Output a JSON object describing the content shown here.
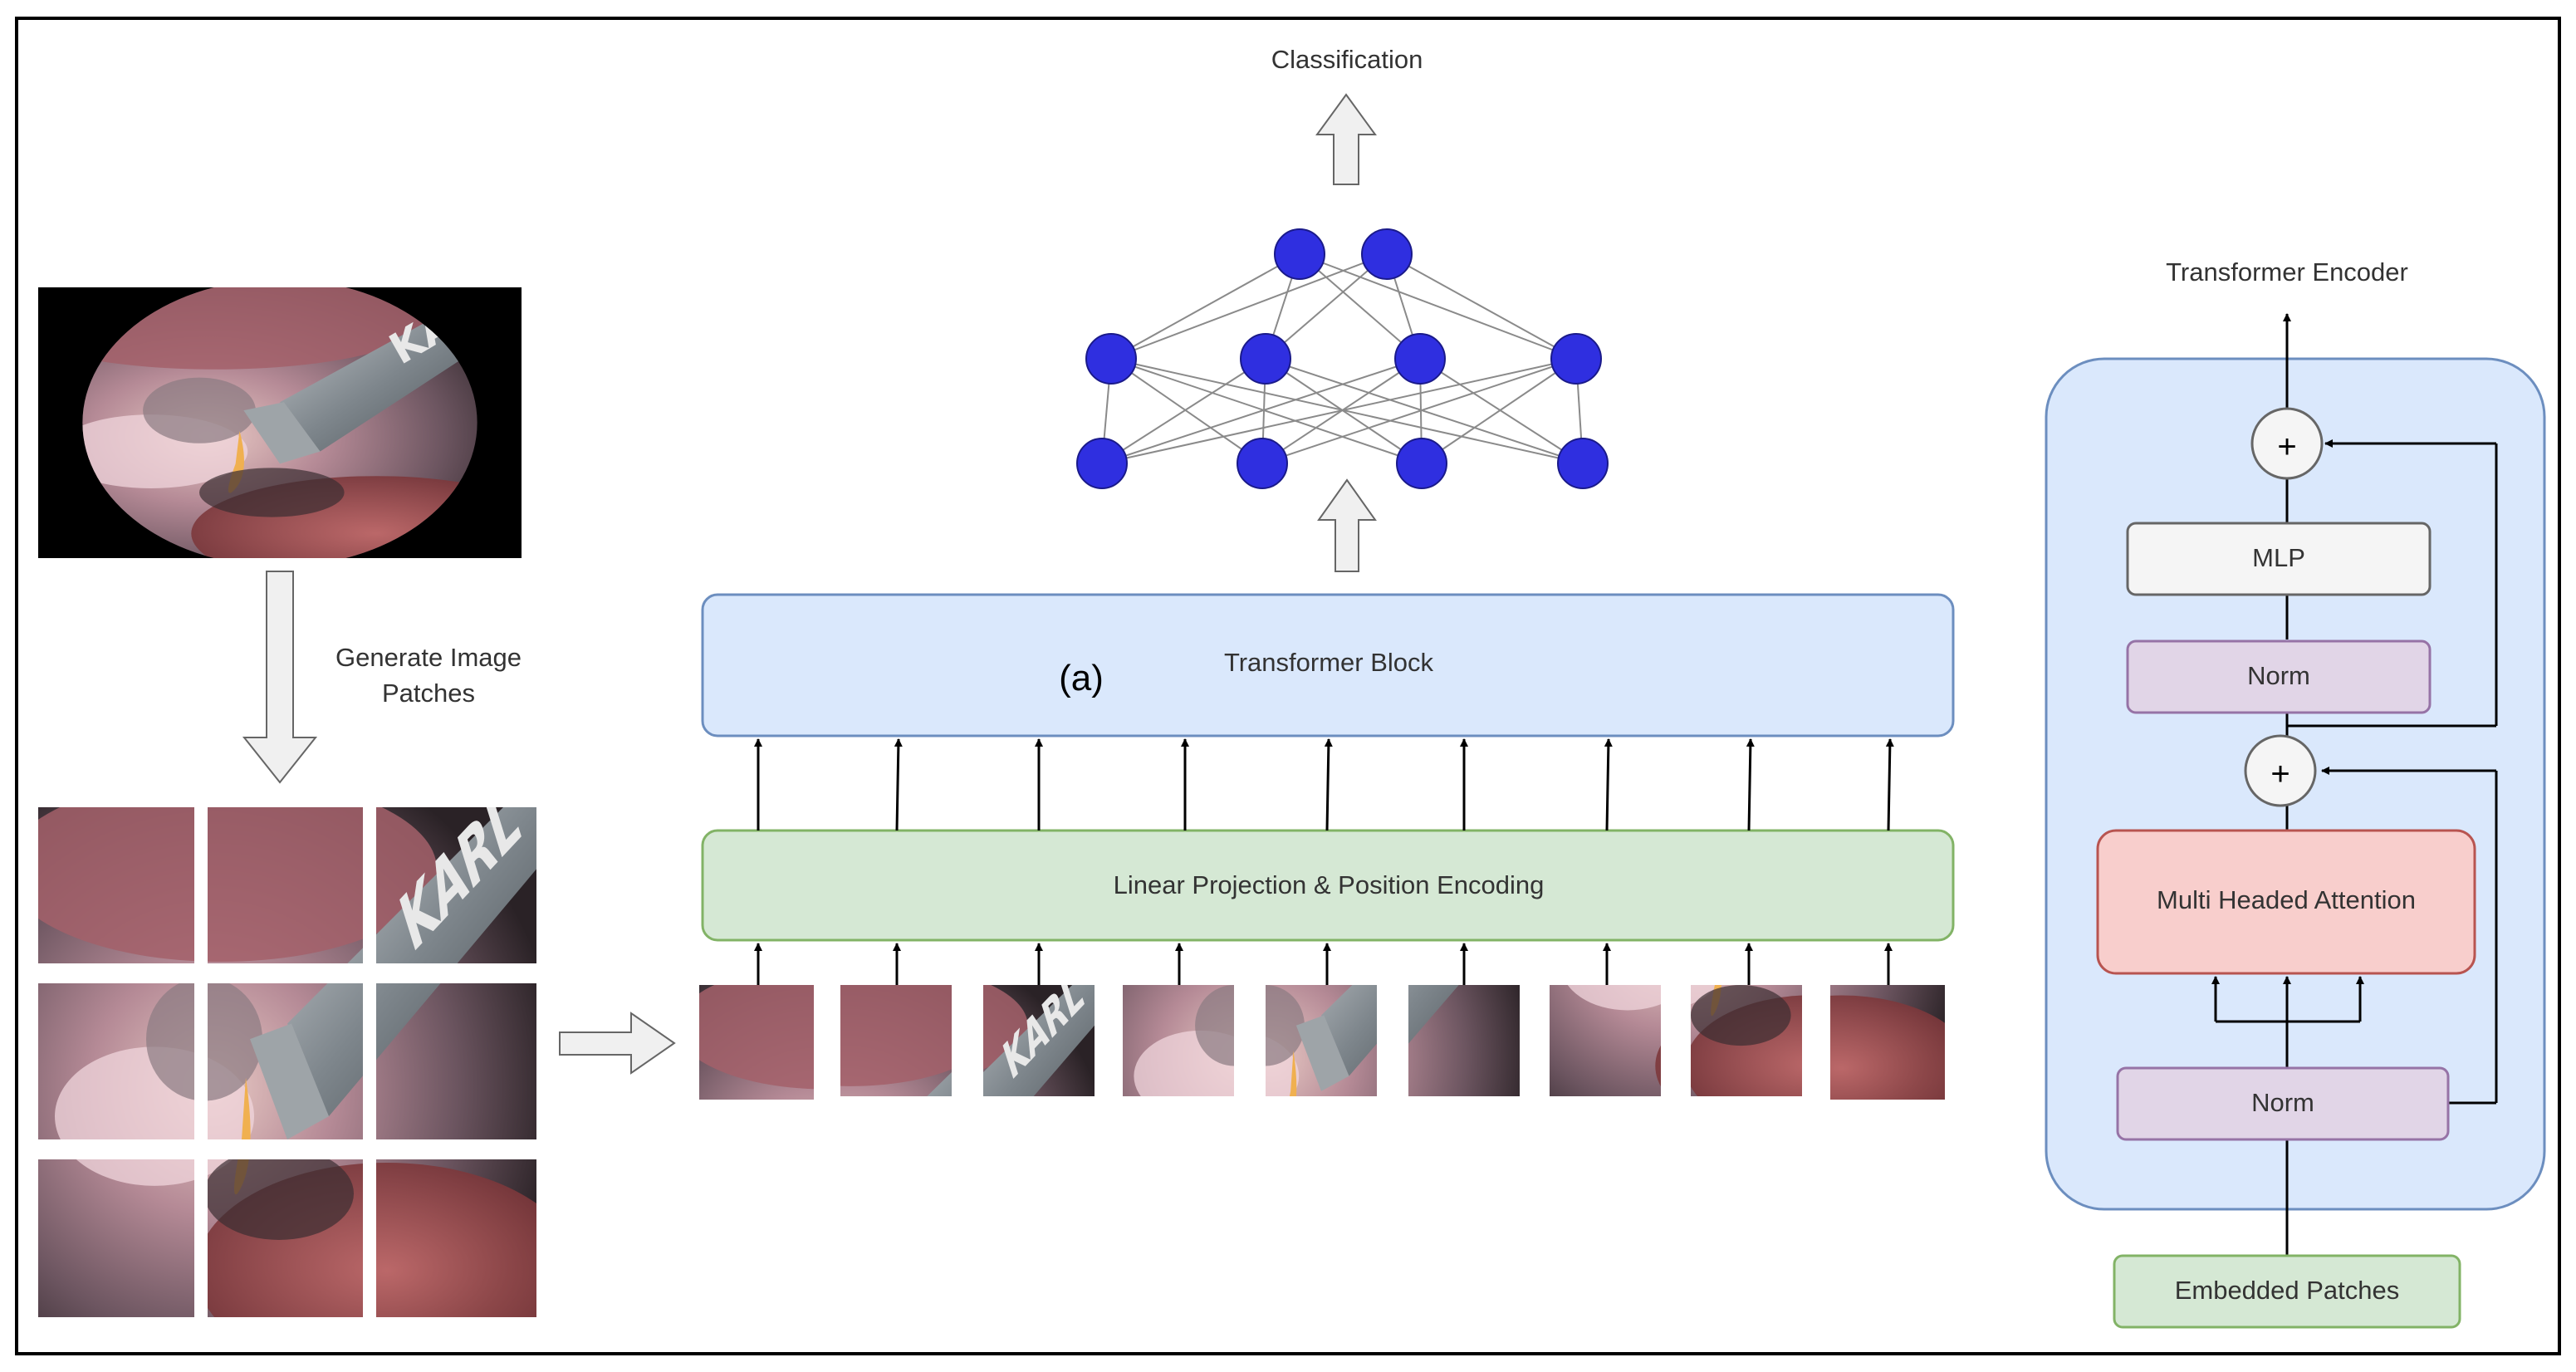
{
  "labels": {
    "classification": "Classification",
    "generate_patches": "Generate Image Patches",
    "transformer_block": "Transformer Block",
    "panel_marker": "(a)",
    "linear_projection": "Linear Projection & Position Encoding",
    "encoder_title": "Transformer Encoder",
    "mlp": "MLP",
    "norm_top": "Norm",
    "norm_bottom": "Norm",
    "attention": "Multi Headed Attention",
    "embedded_patches": "Embedded Patches",
    "plus_glyph": "+"
  },
  "colors": {
    "node_fill": "#2f2fe0",
    "node_stroke": "#1a1a8a",
    "transformer_block_fill": "#dae8fc",
    "transformer_block_stroke": "#6c8ebf",
    "linear_fill": "#d5e8d4",
    "linear_stroke": "#82b366",
    "encoder_panel_fill": "#dae8fc",
    "encoder_panel_stroke": "#6c8ebf",
    "mlp_fill": "#f5f5f5",
    "norm_fill": "#e1d5e7",
    "norm_stroke": "#9673a6",
    "attention_fill": "#f8cecc",
    "attention_stroke": "#b85450",
    "embedded_fill": "#d5e8d4",
    "embedded_stroke": "#82b366",
    "big_arrow_fill": "#f0f0f0"
  },
  "images": {
    "source_image": "laparoscopic-surgery-frame",
    "patched_image": "laparoscopic-frame-3x3-grid",
    "patch_count": 9
  }
}
